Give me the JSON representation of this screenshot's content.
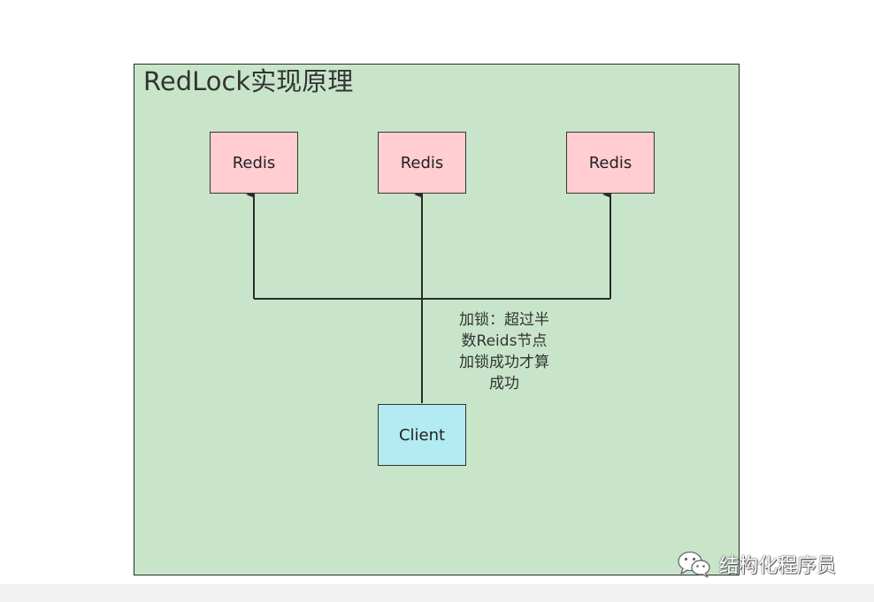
{
  "diagram": {
    "title": "RedLock实现原理",
    "redis_nodes": [
      {
        "label": "Redis"
      },
      {
        "label": "Redis"
      },
      {
        "label": "Redis"
      }
    ],
    "client_node": {
      "label": "Client"
    },
    "note_lines": [
      "加锁：超过半",
      "数Reids节点",
      "加锁成功才算",
      "成功"
    ],
    "colors": {
      "frame_fill": "#c8e5c9",
      "redis_fill": "#ffcdd2",
      "client_fill": "#b2ebf2",
      "line": "#2b2b2b"
    }
  },
  "watermark": {
    "text": "结构化程序员",
    "icon": "wechat-icon"
  }
}
